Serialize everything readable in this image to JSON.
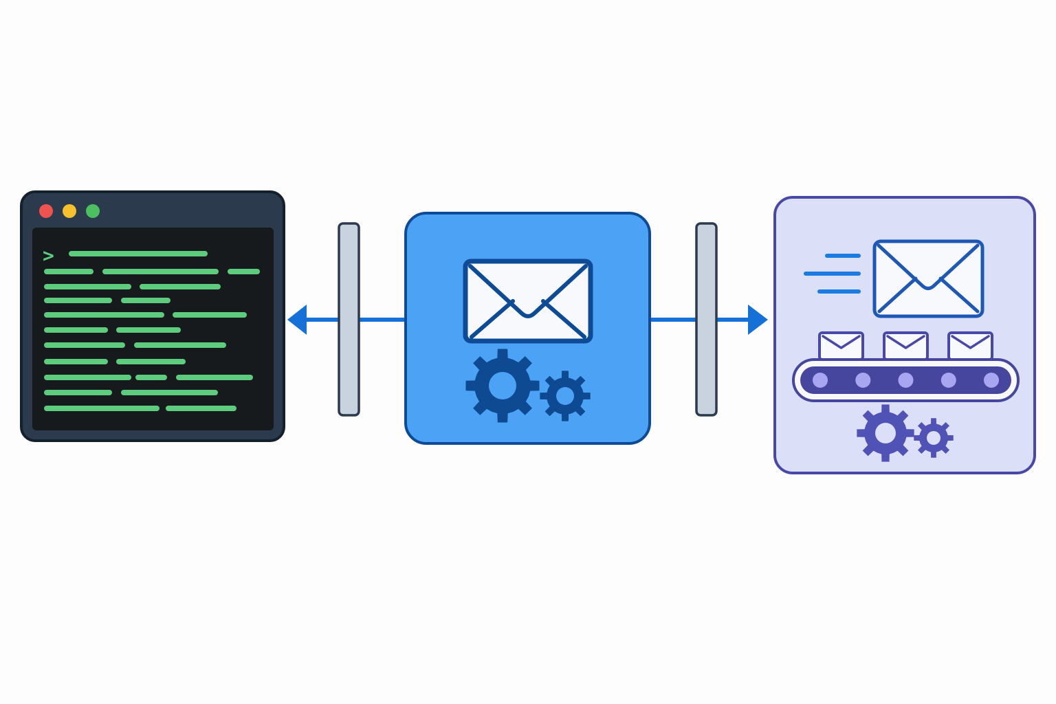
{
  "colors": {
    "background": "#fdfdfd",
    "terminal_frame": "#2b3a4d",
    "terminal_border": "#15202e",
    "terminal_screen": "#161a1d",
    "terminal_code": "#5dcc7d",
    "dot_red": "#ef5350",
    "dot_yellow": "#f6c12c",
    "dot_green": "#4cc061",
    "arrow": "#1570d8",
    "separator_fill": "#c9d3df",
    "separator_stroke": "#2b3a4d",
    "service_fill": "#4ca3f5",
    "service_stroke": "#0d4b96",
    "gear_service": "#0e4a92",
    "envelope_fill": "#f7f9fc",
    "queue_fill": "#dcdff8",
    "queue_stroke": "#4947a8",
    "queue_envelope_stroke": "#1f58b4",
    "speed_lines": "#1a7be0",
    "belt_fill": "#47469e",
    "belt_rollers": "#a9a6f1",
    "gear_queue": "#5152b6"
  },
  "diagram": {
    "nodes": [
      {
        "id": "terminal",
        "icon": "terminal-window-icon"
      },
      {
        "id": "mail-service",
        "icon": "envelope-gears-icon"
      },
      {
        "id": "mail-queue",
        "icon": "envelope-conveyor-icon"
      }
    ],
    "edges": [
      {
        "from": "mail-service",
        "to": "terminal",
        "icon": "arrow-left-icon"
      },
      {
        "from": "mail-service",
        "to": "mail-queue",
        "icon": "arrow-right-icon"
      }
    ],
    "separators": [
      "divider-bar-icon",
      "divider-bar-icon"
    ],
    "terminal_prompt": ">",
    "queue_envelope_count": 3,
    "belt_roller_count": 5
  }
}
